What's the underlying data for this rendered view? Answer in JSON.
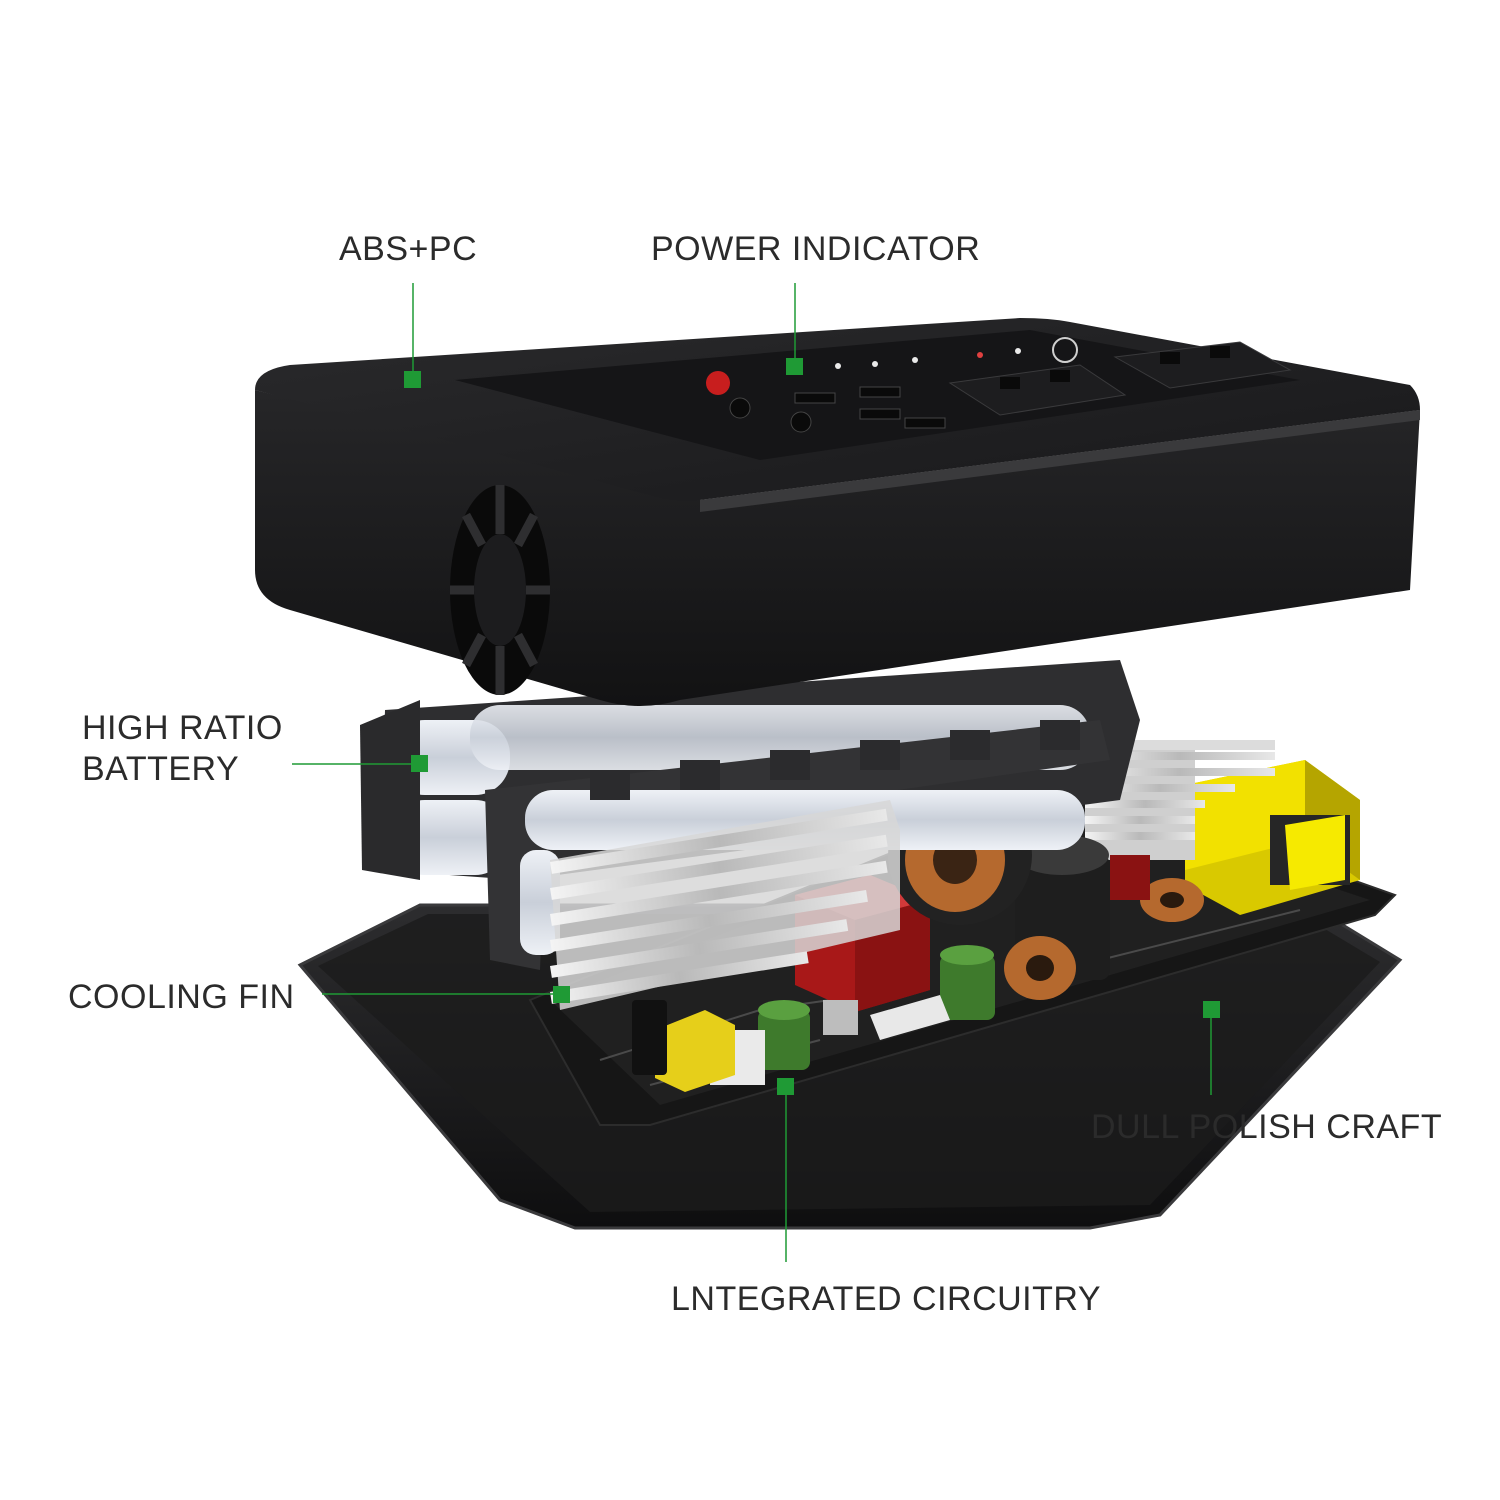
{
  "callouts": {
    "shell": {
      "text": "ABS+PC"
    },
    "indicator": {
      "text": "POWER  INDICATOR"
    },
    "battery": {
      "lines": [
        "HIGH RATIO",
        "BATTERY"
      ]
    },
    "fin": {
      "text": "COOLING FIN"
    },
    "base": {
      "text": "DULL POLISH CRAFT"
    },
    "circuit": {
      "text": "LNTEGRATED CIRCUITRY"
    }
  },
  "colors": {
    "callout_green": "#1f9a35",
    "label_text": "#2b2b2b",
    "housing": "#1c1c1e",
    "housing_top": "#232325",
    "battery_cell": "#dfe4ec",
    "pcb": "#1a1a1a",
    "transformer": "#f0e000",
    "capacitor_red": "#b01c1c",
    "capacitor_green": "#3e7a2c",
    "copper_coil": "#b5692e"
  }
}
